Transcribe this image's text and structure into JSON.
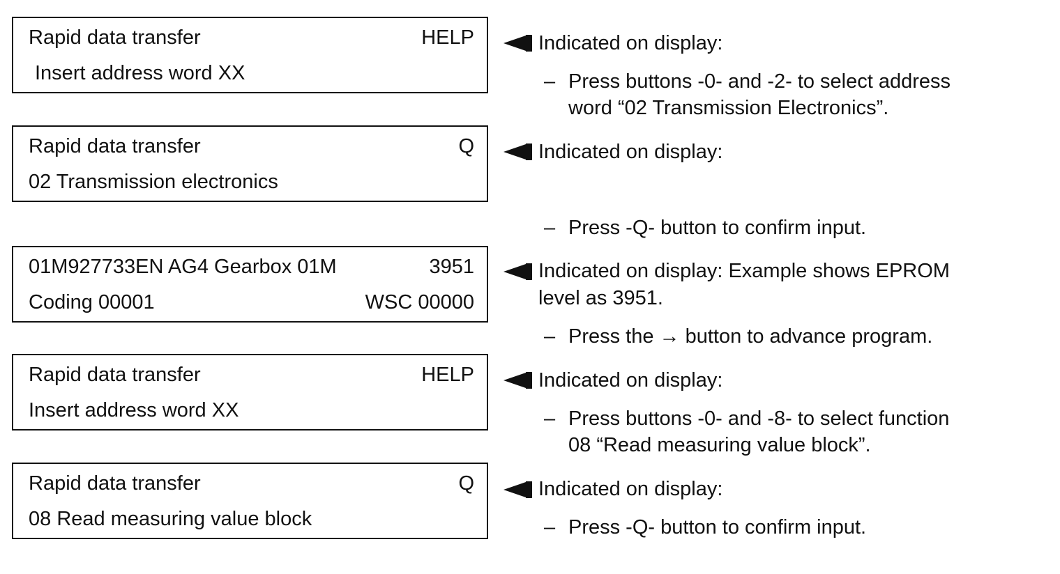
{
  "boxes": [
    {
      "line1_left": "Rapid data transfer",
      "line1_right": "HELP",
      "line2_left": "Insert address word XX",
      "line2_right": ""
    },
    {
      "line1_left": "Rapid data transfer",
      "line1_right": "Q",
      "line2_left": "02 Transmission electronics",
      "line2_right": ""
    },
    {
      "line1_left": "01M927733EN AG4 Gearbox 01M",
      "line1_right": "3951",
      "line2_left": "Coding 00001",
      "line2_right": "WSC 00000"
    },
    {
      "line1_left": "Rapid data transfer",
      "line1_right": "HELP",
      "line2_left": "Insert address word XX",
      "line2_right": ""
    },
    {
      "line1_left": "Rapid data transfer",
      "line1_right": "Q",
      "line2_left": "08 Read measuring value block",
      "line2_right": ""
    }
  ],
  "notes": [
    {
      "indicated": "Indicated on display:"
    },
    {
      "indicated": "Indicated on display:"
    },
    {
      "indicated_line1": "Indicated on display: Example shows EPROM",
      "indicated_line2": "level as 3951."
    },
    {
      "indicated": "Indicated on display:"
    },
    {
      "indicated": "Indicated on display:"
    }
  ],
  "steps": [
    {
      "dash": "–",
      "line1": "Press buttons -0- and -2- to select address",
      "line2": "word “02 Transmission Electronics”."
    },
    {
      "dash": "–",
      "line1": "Press -Q- button to confirm input."
    },
    {
      "dash": "–",
      "line1": "Press the → button to advance program."
    },
    {
      "dash": "–",
      "line1": "Press buttons -0- and -8- to select function",
      "line2": "08 “Read measuring value block”."
    },
    {
      "dash": "–",
      "line1": "Press -Q- button to confirm input."
    }
  ]
}
